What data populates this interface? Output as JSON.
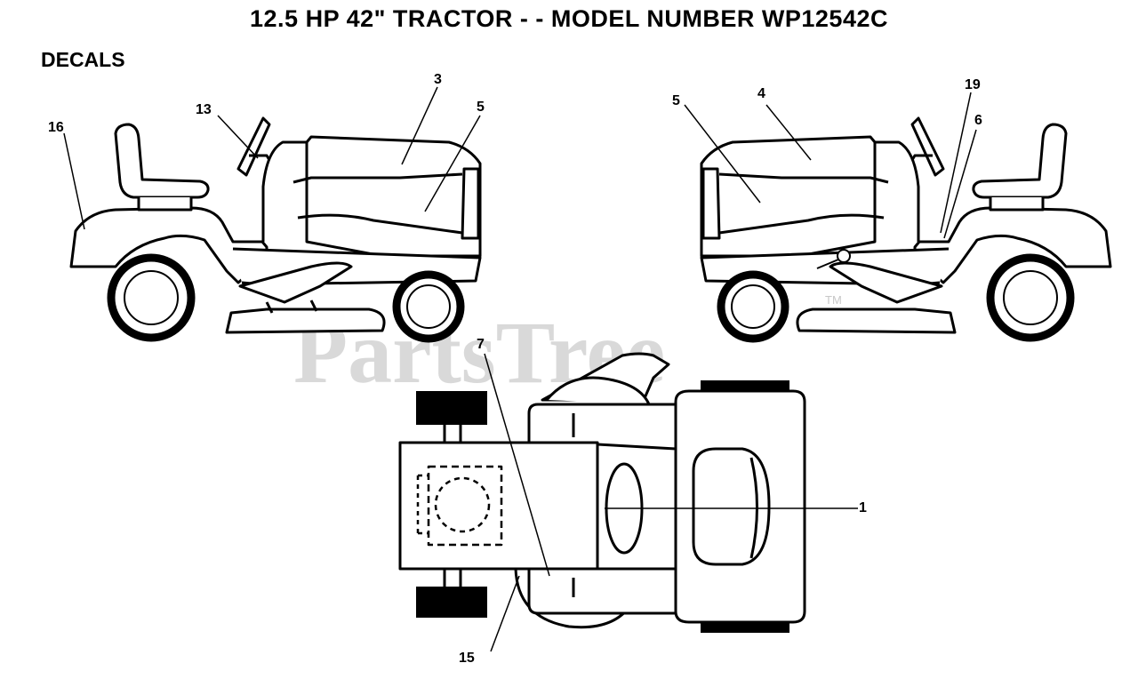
{
  "header": {
    "title": "12.5 HP 42\" TRACTOR - - MODEL NUMBER WP12542C",
    "section": "DECALS"
  },
  "watermark": {
    "text": "PartsTree",
    "trademark": "TM"
  },
  "callouts": {
    "c1": "1",
    "c3": "3",
    "c4": "4",
    "c5a": "5",
    "c5b": "5",
    "c6": "6",
    "c7": "7",
    "c13": "13",
    "c15": "15",
    "c16": "16",
    "c19": "19"
  },
  "colors": {
    "line": "#000000",
    "watermark": "#d9d9d9",
    "background": "#ffffff"
  }
}
